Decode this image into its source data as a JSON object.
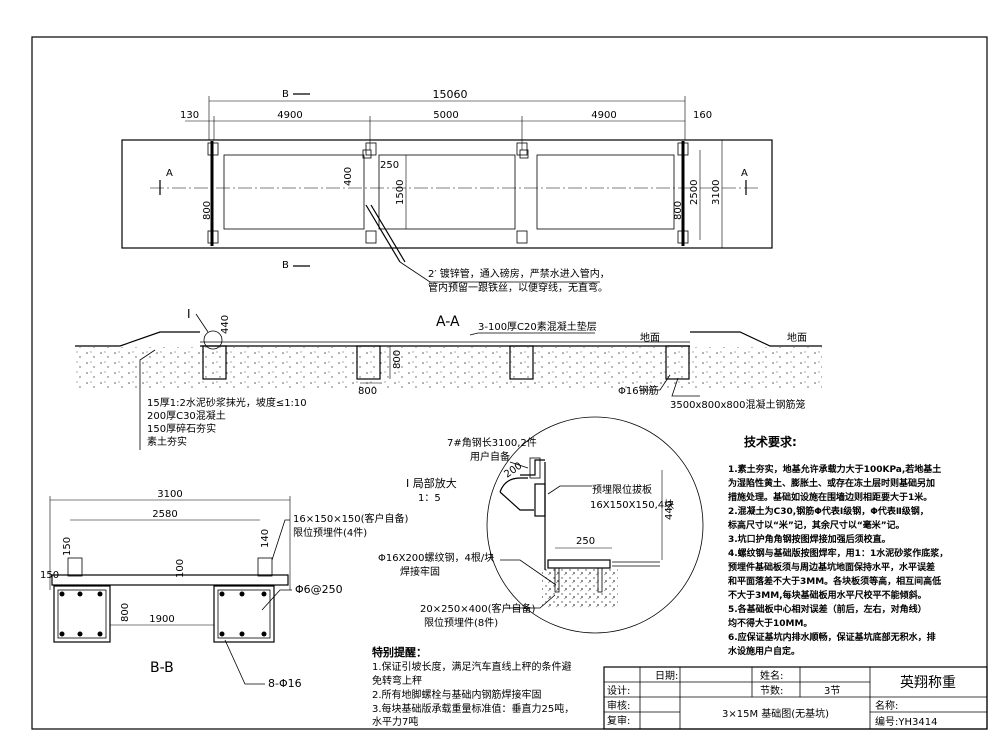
{
  "plan": {
    "section_marker_b": "B",
    "section_marker_a": "A",
    "dim_total": "15060",
    "dim_left_edge": "130",
    "dim_right_edge": "160",
    "dim_seg1": "4900",
    "dim_seg2": "5000",
    "dim_seg3": "4900",
    "dim_400": "400",
    "dim_250": "250",
    "dim_1500": "1500",
    "dim_2500": "2500",
    "dim_3100": "3100",
    "dim_800_left": "800",
    "dim_800_right": "800",
    "pipe_note_1": "2′ 镀锌管，通入磅房，严禁水进入管内，",
    "pipe_note_2": "管内预留一跟铁丝，以便穿线，无直弯。"
  },
  "section_aa": {
    "title": "A-A",
    "detail_marker": "I",
    "dim_440": "440",
    "dim_800_h": "800",
    "dim_800_v": "800",
    "cushion_label": "3-100厚C20素混凝土垫层",
    "ground_left": "地面",
    "ground_right": "地面",
    "rebar_label": "Φ16钢筋",
    "cage_label": "3500x800x800混凝土钢筋笼",
    "layers": [
      "15厚1:2水泥砂浆抹光，坡度≤1:10",
      "200厚C30混凝土",
      "150厚碎石夯实",
      "素土夯实"
    ]
  },
  "section_bb": {
    "title": "B-B",
    "dim_3100": "3100",
    "dim_2580": "2580",
    "dim_1900": "1900",
    "dim_150_top": "150",
    "dim_150_left": "150",
    "dim_140": "140",
    "dim_100": "100",
    "dim_800": "800",
    "embed_label_1": "16×150×150(客户自备)",
    "embed_label_2": "限位预埋件(4件)",
    "stirrup_label": "Φ6@250",
    "bar_label": "8-Φ16"
  },
  "detail_i": {
    "title": "I 局部放大",
    "scale": "1：5",
    "angle_label_1": "7#角钢长3100,2件",
    "angle_label_2": "用户自备",
    "dim_200": "200",
    "plate_label_1": "预埋限位拔板",
    "plate_label_2": "16X150X150,4块",
    "dim_440": "440",
    "dim_250": "250",
    "bolt_label_1": "Φ16X200螺纹钢，4根/块",
    "bolt_label_2": "焊接牢固",
    "embed_label_1": "20×250×400(客户自备)",
    "embed_label_2": "限位预埋件(8件)"
  },
  "tech": {
    "title": "技术要求:",
    "lines": [
      "1.素土夯实，地基允许承载力大于100KPa,若地基土",
      "为湿陷性黄土、膨胀土、或存在冻土层时则基础另加",
      "措施处理。基础如设施在围墙边则相距要大于1米。",
      "2.混凝土为C30,钢筋Φ代表Ⅰ级钢，Φ代表Ⅱ级钢，",
      "标高尺寸以“米”记，其余尺寸以“毫米”记。",
      "3.坑口护角角钢按图焊接加强后须校直。",
      "4.螺纹钢与基础版按图焊牢，用1：1水泥砂浆作底浆，",
      "预埋件基础板须与周边基坑地面保持水平，水平误差",
      "和平面落差不大于3MM。各块板须等高，相互间高低",
      "不大于3MM,每块基础板用水平尺校平不能倾斜。",
      "5.各基础板中心相对误差（前后，左右，对角线）",
      "均不得大于10MM。",
      "6.应保证基坑内排水顺畅，保证基坑底部无积水，排",
      "水设施用户自定。"
    ]
  },
  "notes": {
    "title": "特别提醒：",
    "lines": [
      "1.保证引坡长度，满足汽车直线上秤的条件避",
      "免转弯上秤",
      "2.所有地脚螺栓与基础内钢筋焊接牢固",
      "3.每块基础版承载重量标准值：垂直力25吨，",
      "水平力7吨"
    ]
  },
  "title_block": {
    "date_label": "日期:",
    "name_label": "姓名:",
    "designer_label": "设计:",
    "section_count_label": "节数:",
    "section_count_value": "3节",
    "reviewer_label": "审核:",
    "checker_label": "复审:",
    "drawing_title": "3×15M 基础图(无基坑)",
    "company": "英翔称重",
    "name2_label": "名称:",
    "number_label": "编号:YH3414"
  }
}
